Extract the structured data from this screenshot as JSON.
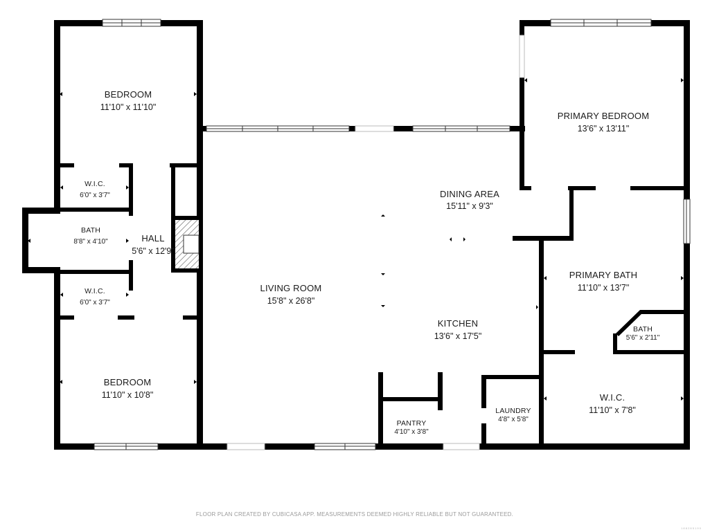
{
  "rooms": {
    "bedroom_1": {
      "name": "BEDROOM",
      "dims": "11'10\" x 11'10\""
    },
    "wic_1": {
      "name": "W.I.C.",
      "dims": "6'0\" x 3'7\""
    },
    "bath_1": {
      "name": "BATH",
      "dims": "8'8\" x 4'10\""
    },
    "hall": {
      "name": "HALL",
      "dims": "5'6\" x 12'9\""
    },
    "wic_2": {
      "name": "W.I.C.",
      "dims": "6'0\" x 3'7\""
    },
    "bedroom_2": {
      "name": "BEDROOM",
      "dims": "11'10\" x 10'8\""
    },
    "living_room": {
      "name": "LIVING ROOM",
      "dims": "15'8\" x 26'8\""
    },
    "dining_area": {
      "name": "DINING AREA",
      "dims": "15'11\" x 9'3\""
    },
    "kitchen": {
      "name": "KITCHEN",
      "dims": "13'6\" x 17'5\""
    },
    "pantry": {
      "name": "PANTRY",
      "dims": "4'10\" x 3'8\""
    },
    "laundry": {
      "name": "LAUNDRY",
      "dims": "4'8\" x 5'8\""
    },
    "primary_bedroom": {
      "name": "PRIMARY BEDROOM",
      "dims": "13'6\" x 13'11\""
    },
    "primary_bath": {
      "name": "PRIMARY BATH",
      "dims": "11'10\" x 13'7\""
    },
    "bath_2": {
      "name": "BATH",
      "dims": "5'6\" x 2'11\""
    },
    "wic_3": {
      "name": "W.I.C.",
      "dims": "11'10\" x 7'8\""
    }
  },
  "footer": "FLOOR PLAN CREATED BY CUBICASA APP. MEASUREMENTS DEEMED HIGHLY RELIABLE BUT NOT GUARANTEED.",
  "corner_id": "1 8 8 2 8 5 1 9 0"
}
